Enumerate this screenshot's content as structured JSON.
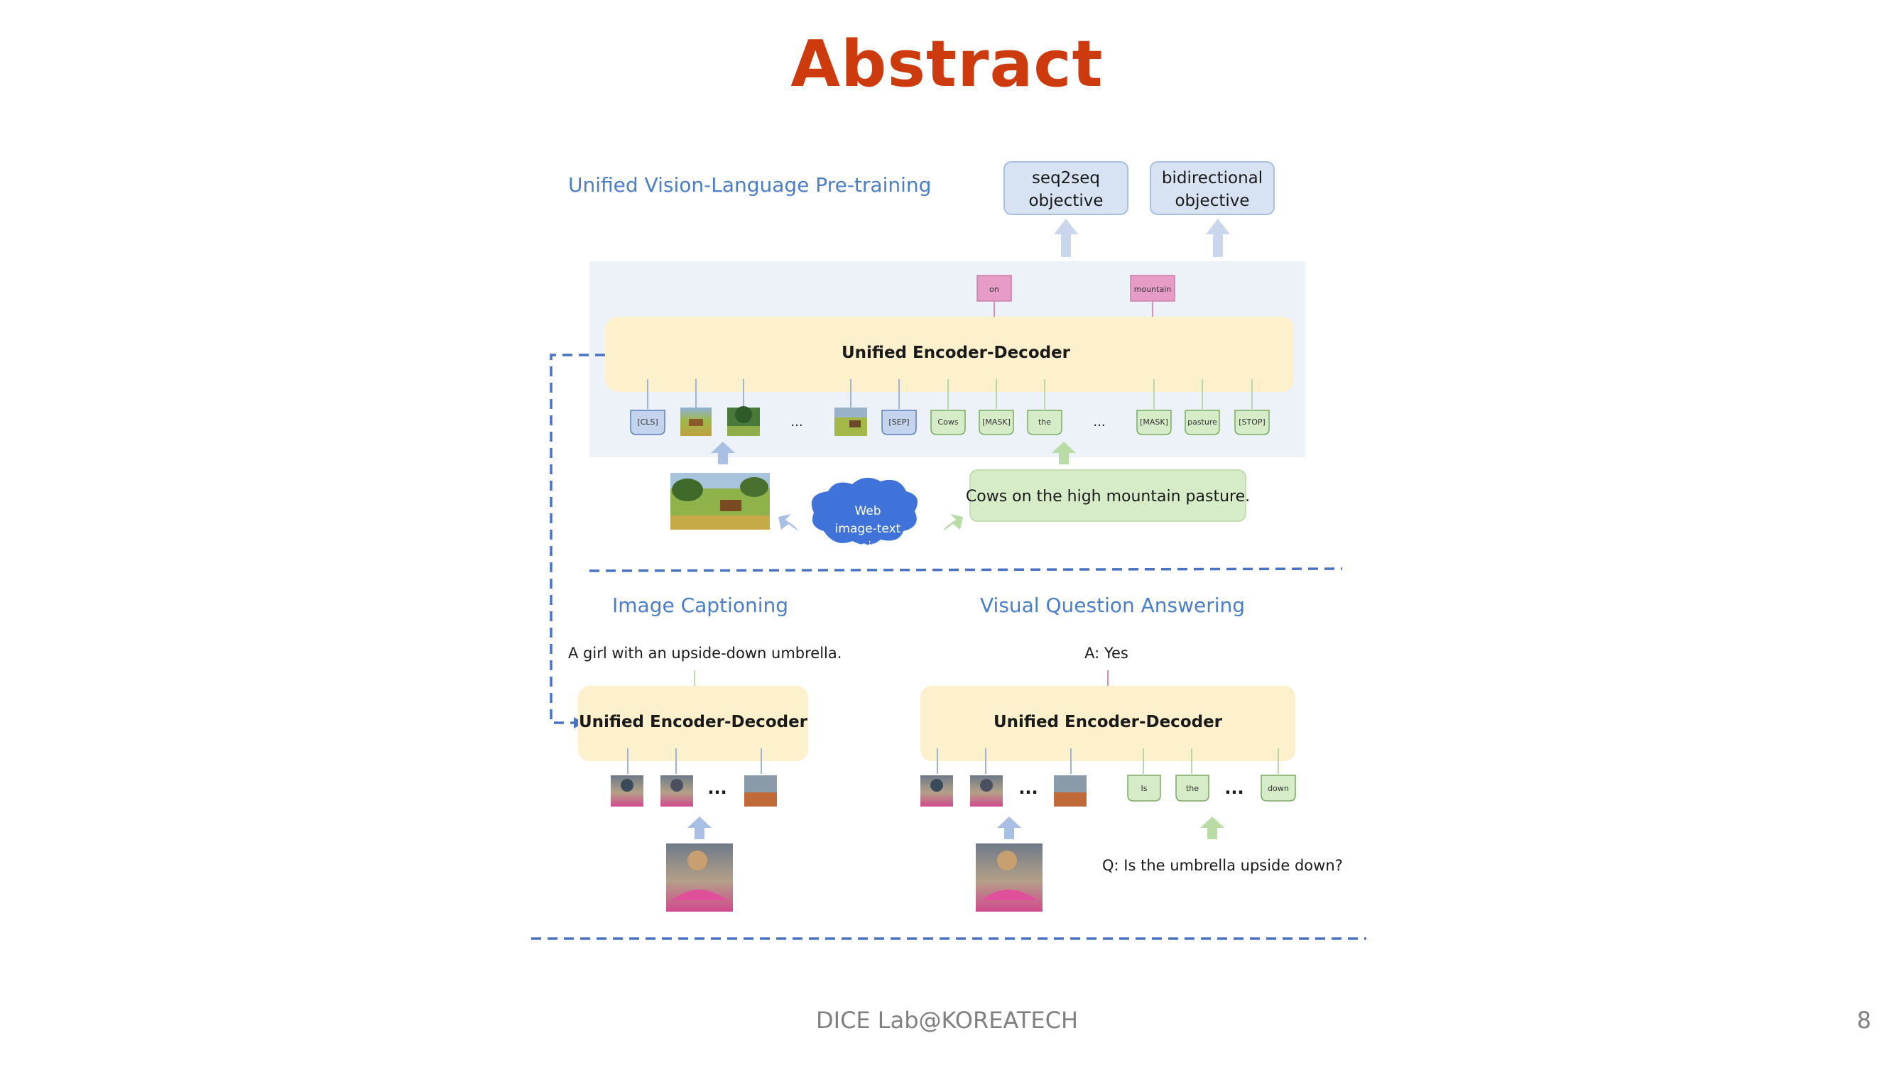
{
  "slide": {
    "title": "Abstract",
    "footer": "DICE Lab@KOREATECH",
    "page_number": "8"
  },
  "pretraining": {
    "heading": "Unified Vision-Language Pre-training",
    "objectives": [
      {
        "line1": "seq2seq",
        "line2": "objective"
      },
      {
        "line1": "bidirectional",
        "line2": "objective"
      }
    ],
    "masked_outputs": [
      "on",
      "mountain"
    ],
    "encoder_label": "Unified Encoder-Decoder",
    "tokens": [
      "[CLS]",
      "[SEP]",
      "Cows",
      "[MASK]",
      "the",
      "[MASK]",
      "pasture",
      "[STOP]"
    ],
    "ellipsis": "...",
    "caption": "Cows on the high mountain pasture.",
    "cloud": {
      "line1": "Web",
      "line2": "image-text",
      "line3": "pairs"
    }
  },
  "captioning": {
    "heading": "Image Captioning",
    "output": "A girl with an upside-down umbrella.",
    "encoder_label": "Unified Encoder-Decoder",
    "ellipsis": "..."
  },
  "vqa": {
    "heading": "Visual Question Answering",
    "answer": "A: Yes",
    "encoder_label": "Unified Encoder-Decoder",
    "tokens": [
      "Is",
      "the",
      "down"
    ],
    "ellipsis": "...",
    "question": "Q: Is the umbrella upside down?"
  },
  "colors": {
    "title": "#cc3a0e",
    "heading_blue": "#4a7ec9",
    "encoder_fill": "#fdf1cd",
    "panel_fill": "#edf2f9",
    "text_token_fill": "#d6ebc8",
    "image_token_fill": "#c4d4ee",
    "mask_fill": "#e79cc7",
    "cloud_fill": "#3f73d9",
    "dash_blue": "#4a72c4"
  }
}
